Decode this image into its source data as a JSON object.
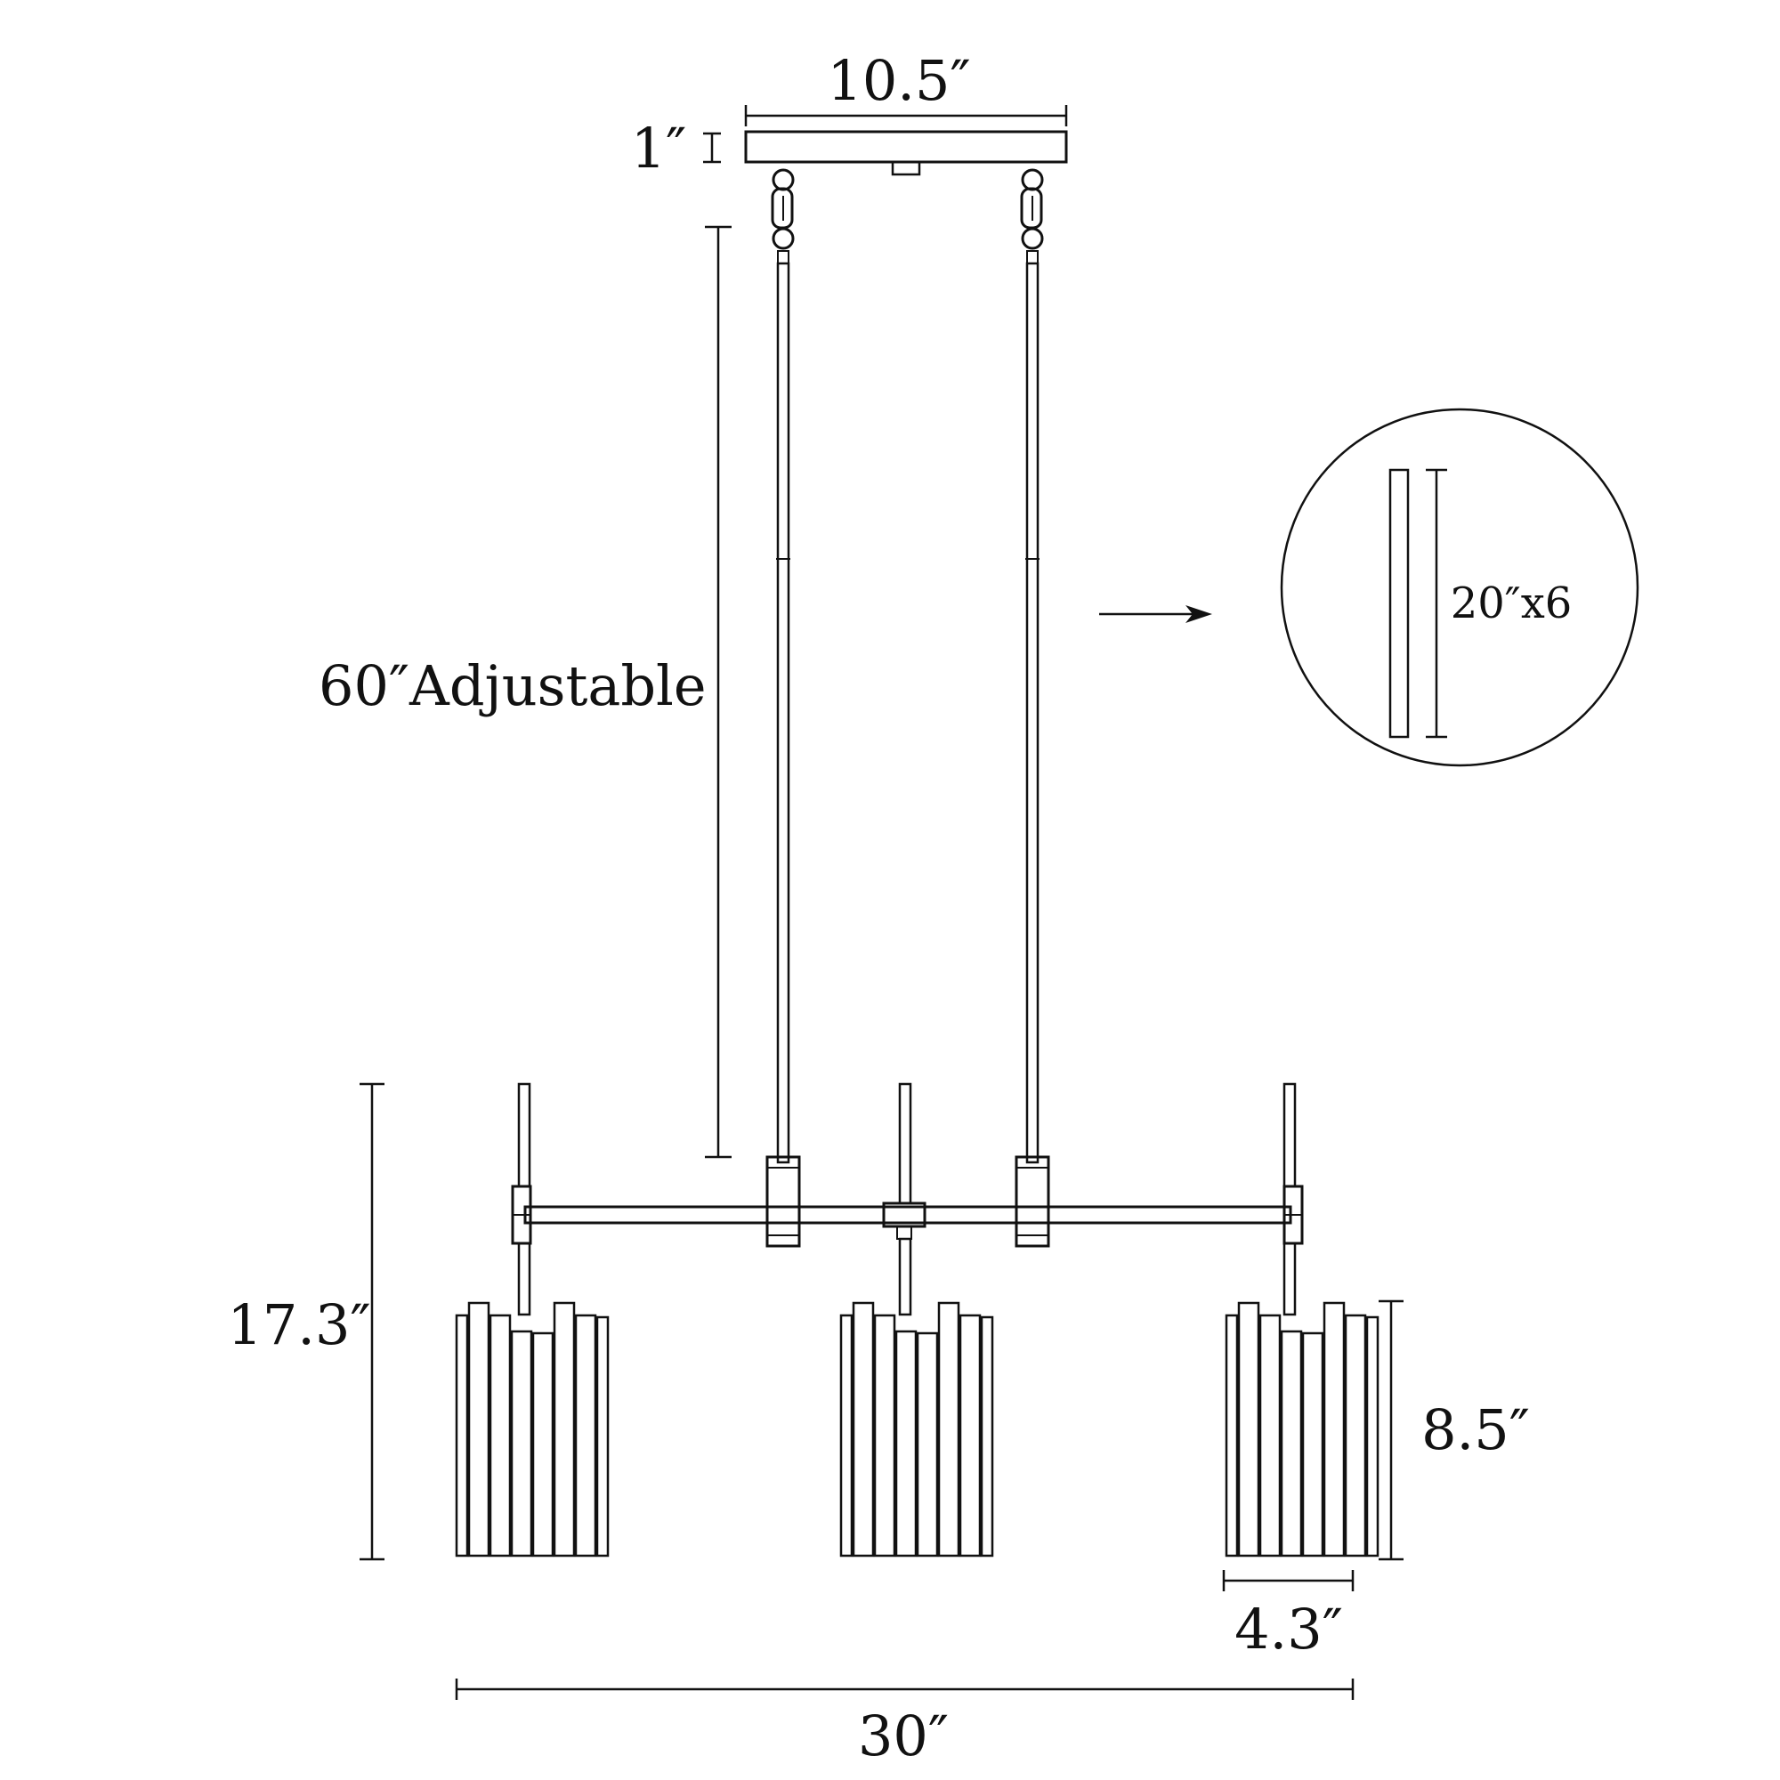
{
  "dimensions": {
    "canopy_width": "10.5″",
    "canopy_height": "1″",
    "rod_length": "60″Adjustable",
    "crystal_rod": "20″x6",
    "total_height": "17.3″",
    "shade_height": "8.5″",
    "shade_width": "4.3″",
    "total_width": "30″"
  },
  "colors": {
    "line": "#111111",
    "background": "#ffffff"
  }
}
